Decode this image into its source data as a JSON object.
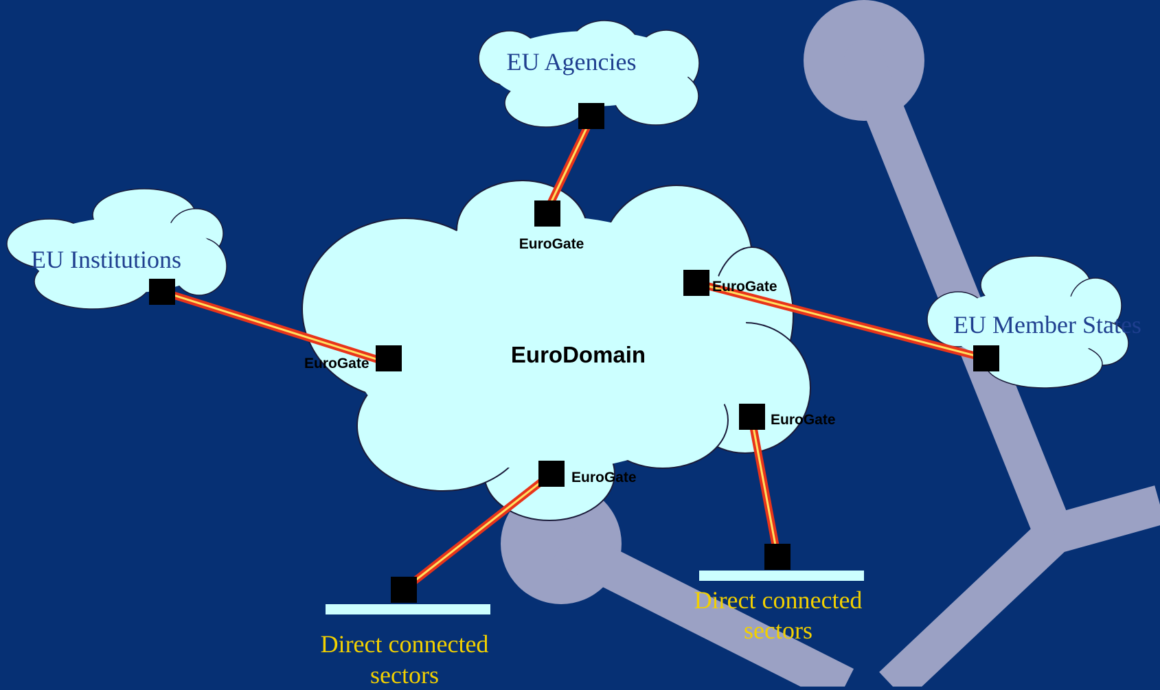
{
  "colors": {
    "background": "#063074",
    "watermark": "#9ba1c4",
    "cloud_fill": "#ccffff",
    "cloud_stroke": "#1b1b3a",
    "link_outer": "#e8341a",
    "link_inner": "#ffe060",
    "gateway": "#000000",
    "label_serif": "#1f3f8f",
    "label_gate": "#000000",
    "label_sector": "#f2d000",
    "sector_bar": "#ccffff"
  },
  "domain": {
    "label": "EuroDomain",
    "gateway_label": "EuroGate"
  },
  "clouds": {
    "agencies": "EU Agencies",
    "institutions": "EU Institutions",
    "member_states": "EU Member States"
  },
  "sectors": {
    "left": {
      "line1": "Direct connected",
      "line2": "sectors"
    },
    "right": {
      "line1": "Direct connected",
      "line2": "sectors"
    }
  }
}
